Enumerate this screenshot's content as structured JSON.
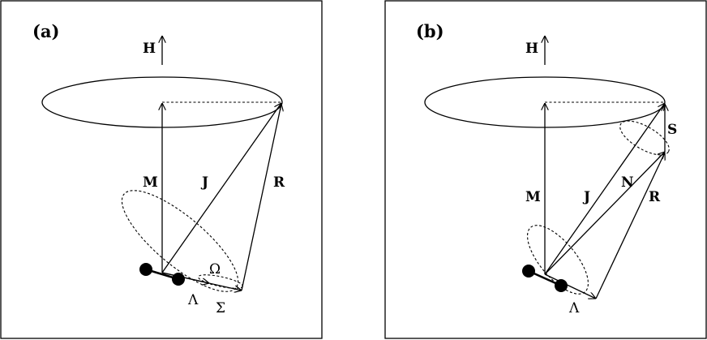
{
  "panel_a": {
    "label": "(a)",
    "vectors": {
      "H": "H",
      "M": "M",
      "J": "J",
      "R": "R",
      "Omega": "Ω",
      "Lambda": "Λ",
      "Sigma": "Σ"
    }
  },
  "panel_b": {
    "label": "(b)",
    "vectors": {
      "H": "H",
      "S": "S",
      "M": "M",
      "J": "J",
      "N": "N",
      "R": "R",
      "Lambda": "Λ"
    }
  },
  "colors": {
    "ink": "#000000",
    "background": "#ffffff"
  }
}
